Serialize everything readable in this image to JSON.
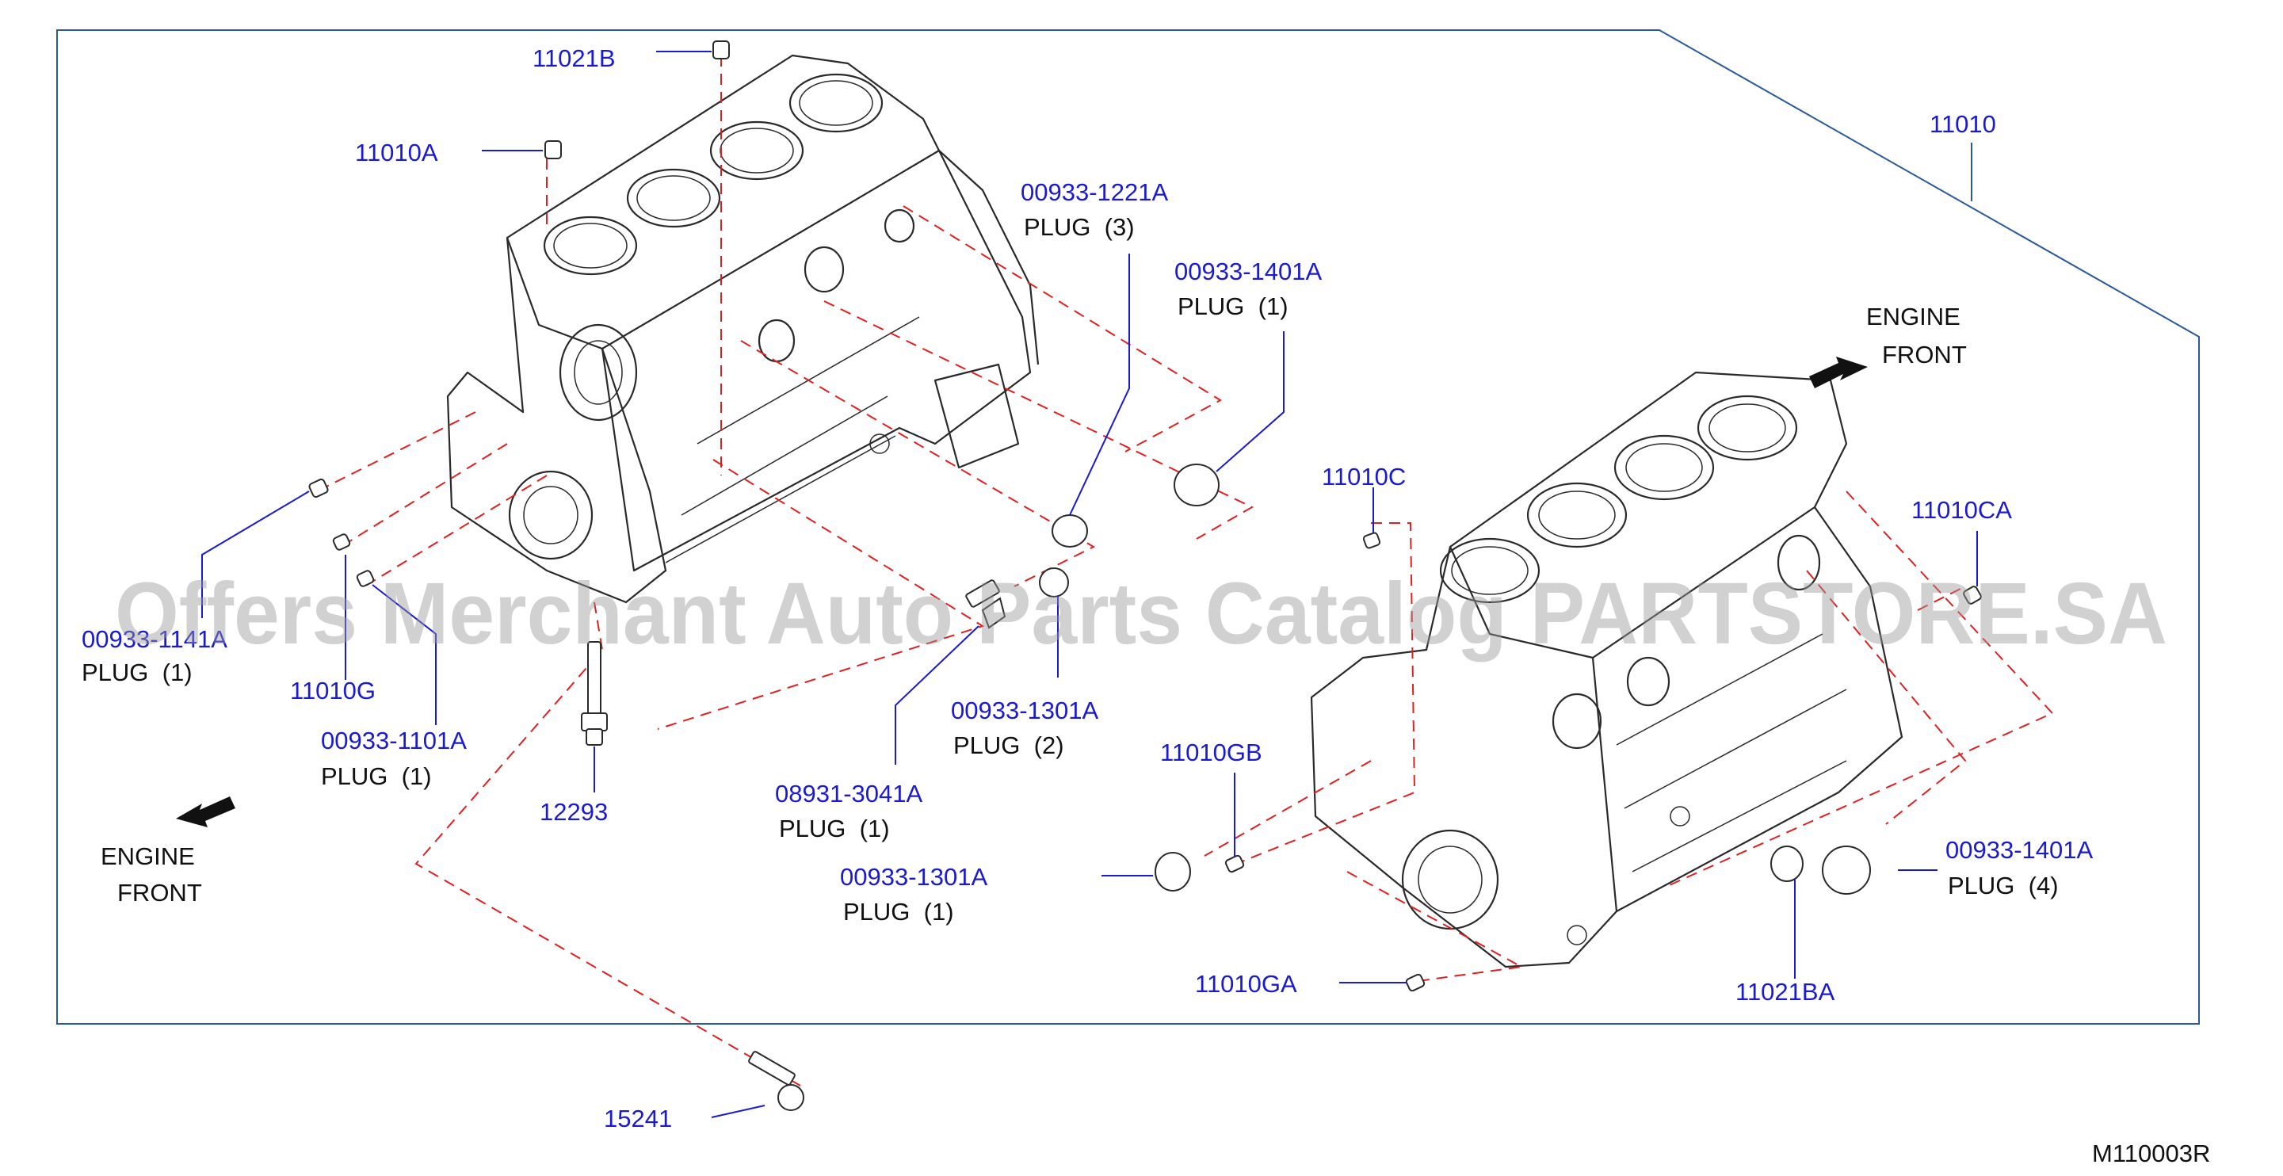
{
  "diagram_code": "M110003R",
  "watermark": "Offers Merchant Auto Parts Catalog PARTSTORE.SA",
  "front_indicators": [
    {
      "line1": "ENGINE",
      "line2": "FRONT"
    },
    {
      "line1": "ENGINE",
      "line2": "FRONT"
    }
  ],
  "callouts": {
    "c11021B": {
      "part": "11021B"
    },
    "c11010A": {
      "part": "11010A"
    },
    "c11010": {
      "part": "11010"
    },
    "c009331221A": {
      "part": "00933-1221A",
      "desc": "PLUG  (3)"
    },
    "c009331401A_top": {
      "part": "00933-1401A",
      "desc": "PLUG  (1)"
    },
    "c11010C": {
      "part": "11010C"
    },
    "c11010CA": {
      "part": "11010CA"
    },
    "c009331141A": {
      "part": "00933-1141A",
      "desc": "PLUG  (1)"
    },
    "c11010G": {
      "part": "11010G"
    },
    "c009331101A": {
      "part": "00933-1101A",
      "desc": "PLUG  (1)"
    },
    "c12293": {
      "part": "12293"
    },
    "c009331301A_a": {
      "part": "00933-1301A",
      "desc": "PLUG  (2)"
    },
    "c089313041A": {
      "part": "08931-3041A",
      "desc": "PLUG  (1)"
    },
    "c009331301A_b": {
      "part": "00933-1301A",
      "desc": "PLUG  (1)"
    },
    "c11010GB": {
      "part": "11010GB"
    },
    "c11010GA": {
      "part": "11010GA"
    },
    "c11021BA": {
      "part": "11021BA"
    },
    "c009331401A_bottom": {
      "part": "00933-1401A",
      "desc": "PLUG  (4)"
    },
    "c15241": {
      "part": "15241"
    }
  },
  "colors": {
    "label": "#1a1ad0",
    "leader": "#1a1ad0",
    "dashed_guide": "#e02020",
    "frame": "#2a5a9a",
    "outline": "#2a2a2a"
  }
}
